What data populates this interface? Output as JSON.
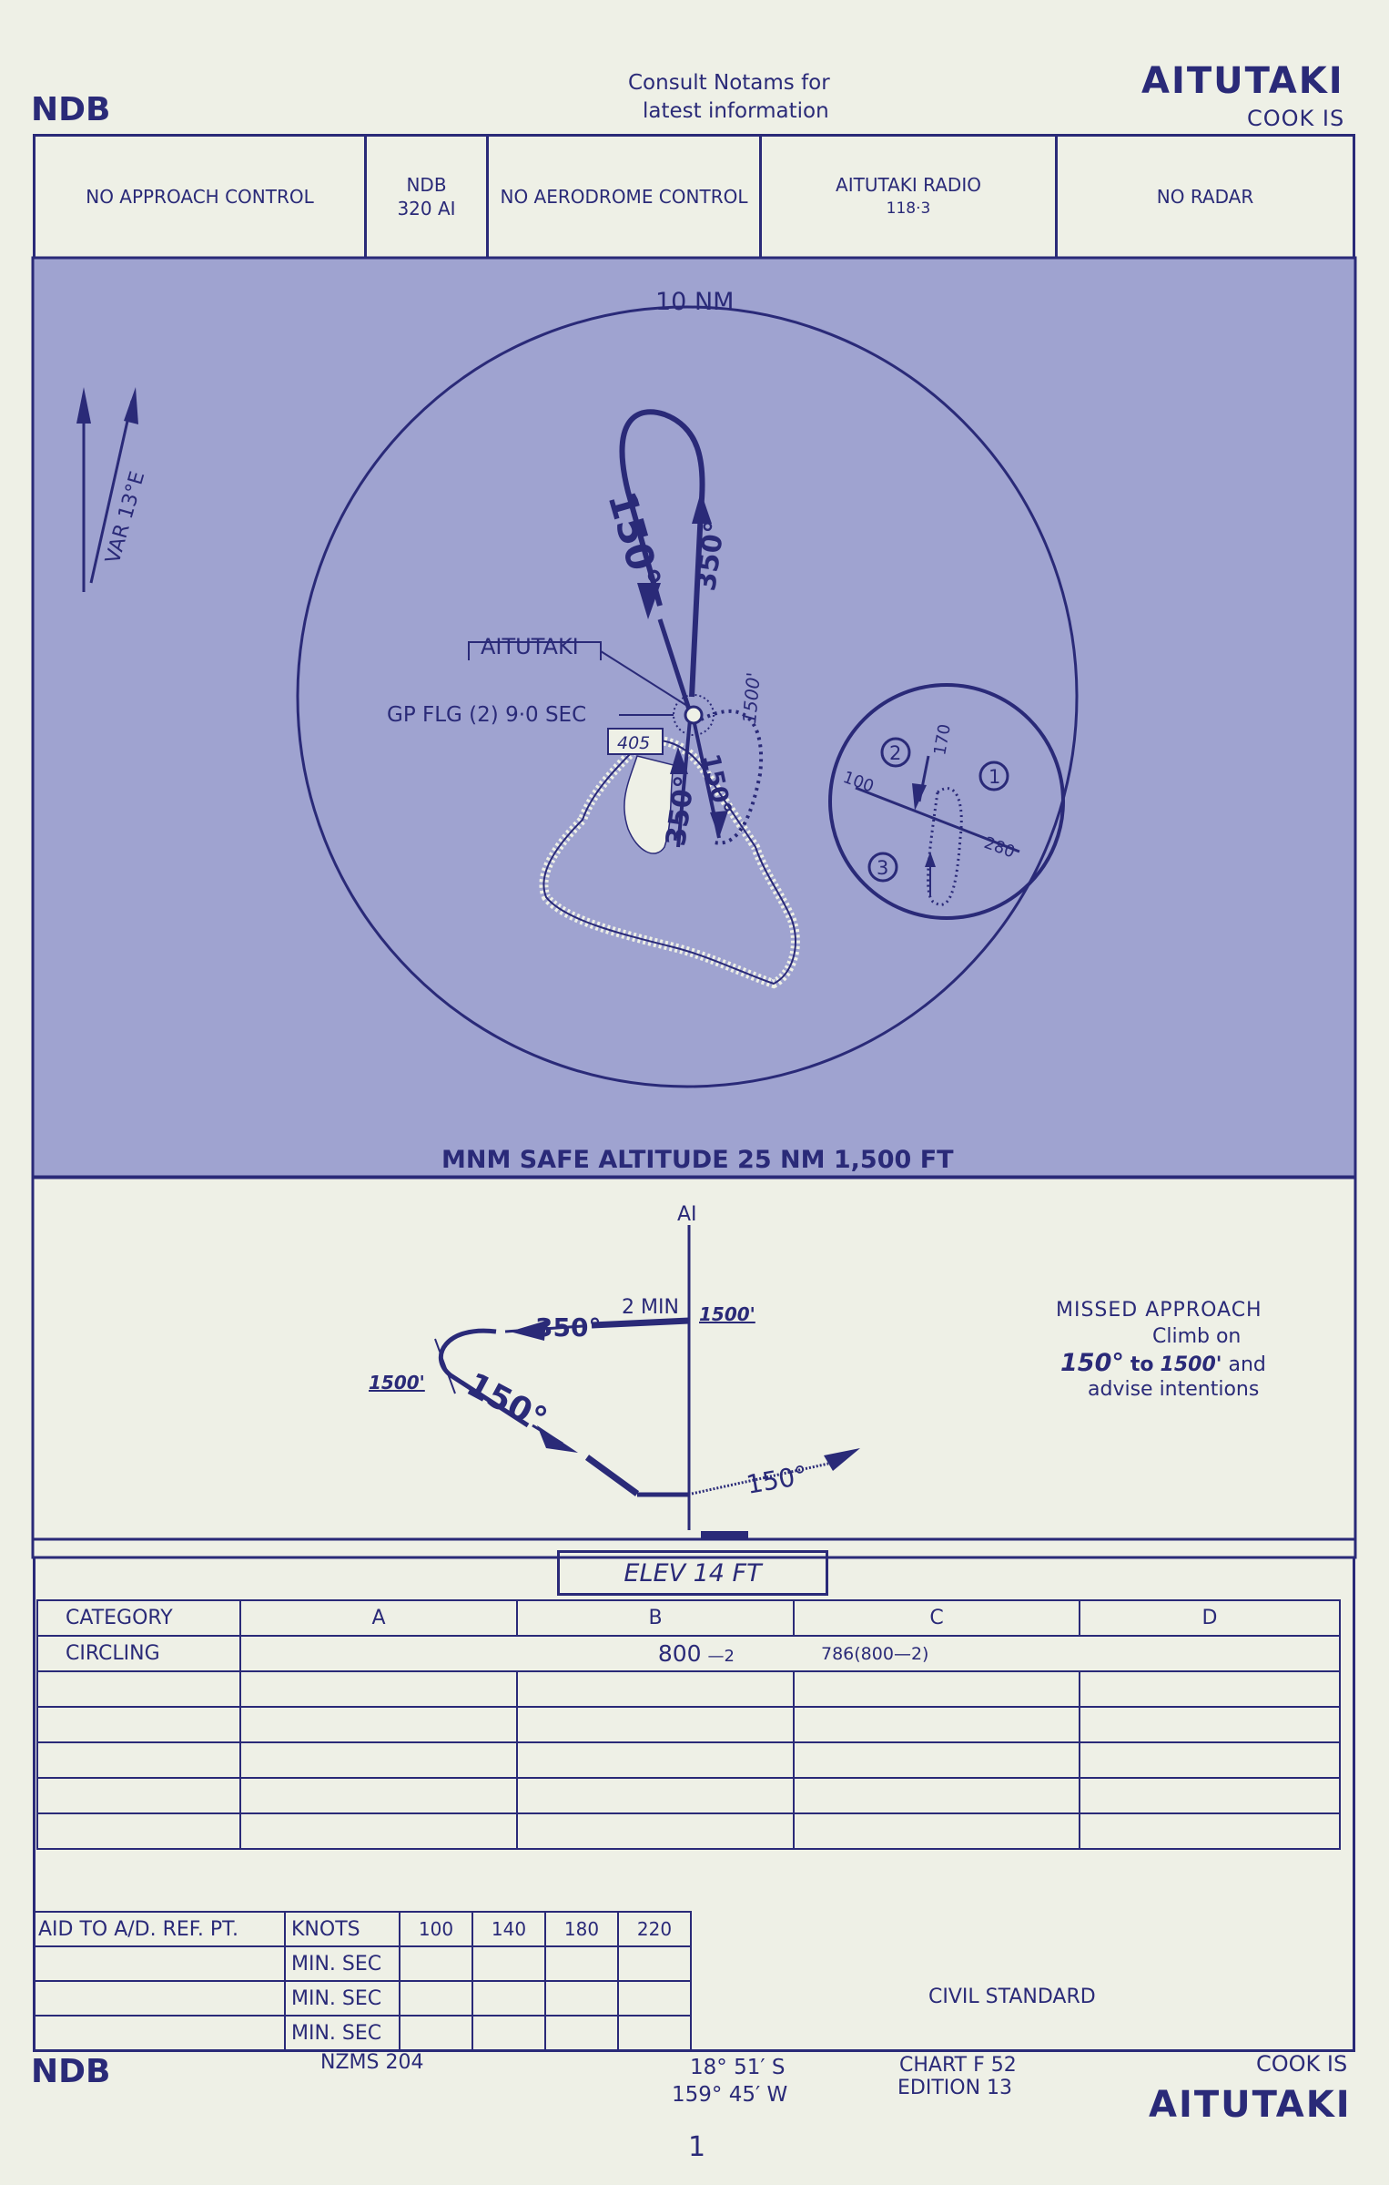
{
  "header": {
    "type_left": "NDB",
    "notams_line1": "Consult Notams for",
    "notams_line2": "latest information",
    "airport": "AITUTAKI",
    "country": "COOK IS"
  },
  "info_row": {
    "approach": "NO APPROACH CONTROL",
    "ndb_line1": "NDB",
    "ndb_line2": "320  AI",
    "aerodrome": "NO AERODROME  CONTROL",
    "radio_line1": "AITUTAKI  RADIO",
    "radio_line2": "118·3",
    "radar": "NO      RADAR"
  },
  "plan": {
    "range_label": "10 NM",
    "variation": "VAR  13°E",
    "airport_label": "AITUTAKI",
    "light_label": "GP  FLG (2)  9·0 SEC",
    "obstacle": "405",
    "course_outbound": "150°",
    "course_inbound": "350°",
    "course_inbound_2": "350°",
    "course_outbound_2": "150°",
    "holding_alt": "1500'",
    "msa": "MNM SAFE ALTITUDE  25 NM  1,500 FT",
    "entry": {
      "sector1": "1",
      "sector2": "2",
      "sector3": "3",
      "hdg_100": "100",
      "hdg_170": "170",
      "hdg_280": "280"
    },
    "colors": {
      "fill": "#9fa3d0",
      "ink": "#2a2a78",
      "paper": "#eef0e6"
    }
  },
  "profile": {
    "fix": "AI",
    "inbound": "350°",
    "leg_time": "2 MIN",
    "alt_right": "1500'",
    "alt_left": "1500'",
    "outbound": "150°",
    "missed": "150°",
    "elev": "ELEV  14 FT",
    "missed_title": "MISSED  APPROACH",
    "missed_l1": "Climb on",
    "missed_l2_a": "150°",
    "missed_l2_b": "to",
    "missed_l2_c": "1500'",
    "missed_l2_d": "and",
    "missed_l3": "advise intentions"
  },
  "minima": {
    "headers": [
      "CATEGORY",
      "A",
      "B",
      "C",
      "D"
    ],
    "circling_label": "CIRCLING",
    "circling_ab": "800",
    "circling_ab_vis": "—2",
    "circling_cd": "786(800—2)"
  },
  "aid_table": {
    "title": "AID TO A/D. REF. PT.",
    "knots": "KNOTS",
    "speeds": [
      "100",
      "140",
      "180",
      "220"
    ],
    "row_label": "MIN. SEC"
  },
  "civil": "CIVIL STANDARD",
  "footer": {
    "type_left": "NDB",
    "map": "NZMS  204",
    "lat": "18° 51′ S",
    "lon": "159° 45′ W",
    "chart": "CHART F 52",
    "edition": "EDITION  13",
    "country": "COOK IS",
    "airport": "AITUTAKI",
    "page": "1"
  }
}
